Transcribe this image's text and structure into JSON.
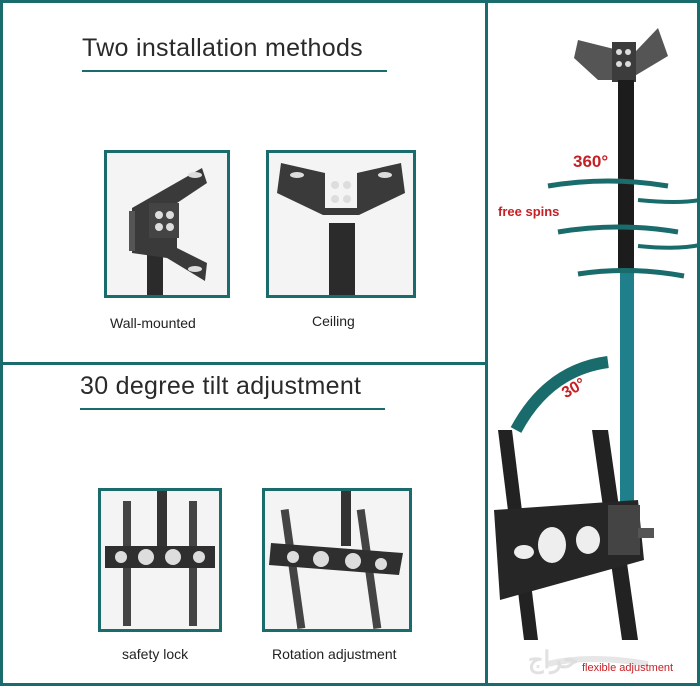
{
  "sections": {
    "installation": {
      "title": "Two installation methods",
      "options": [
        {
          "label": "Wall-mounted",
          "icon": "wall-mount-bracket-icon"
        },
        {
          "label": "Ceiling",
          "icon": "ceiling-mount-bracket-icon"
        }
      ]
    },
    "tilt": {
      "title": "30 degree tilt adjustment",
      "options": [
        {
          "label": "safety lock",
          "icon": "tv-plate-lock-icon"
        },
        {
          "label": "Rotation adjustment",
          "icon": "tv-plate-rotation-icon"
        }
      ]
    }
  },
  "product": {
    "rotation_label": "360°",
    "spin_label": "free spins",
    "tilt_label": "30°",
    "flex_label": "flexible adjustment",
    "colors": {
      "teal": "#1a6b6b",
      "pole": "#1f7f8a",
      "red": "#c62026"
    }
  },
  "watermark": "حراج"
}
